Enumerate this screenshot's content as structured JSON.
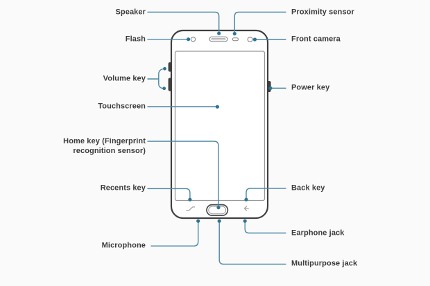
{
  "diagram": {
    "type": "device-callout-diagram",
    "subject": "smartphone-front-view"
  },
  "colors": {
    "bg": "#fafafa",
    "leader_line": "#4b87a5",
    "leader_dot": "#2f7394",
    "phone_outline": "#3f3f3f",
    "hardware_outline": "#8f8f8f",
    "softkey_icon": "#a6a6a6",
    "label_text": "#3c3c3c"
  },
  "labels": {
    "speaker": "Speaker",
    "proximity_sensor": "Proximity sensor",
    "flash": "Flash",
    "front_camera": "Front camera",
    "volume_key": "Volume key",
    "power_key": "Power key",
    "touchscreen": "Touchscreen",
    "home_key_line1": "Home key (Fingerprint",
    "home_key_line2": "recognition sensor)",
    "recents_key": "Recents key",
    "back_key": "Back key",
    "microphone": "Microphone",
    "earphone_jack": "Earphone jack",
    "multipurpose_jack": "Multipurpose jack"
  }
}
